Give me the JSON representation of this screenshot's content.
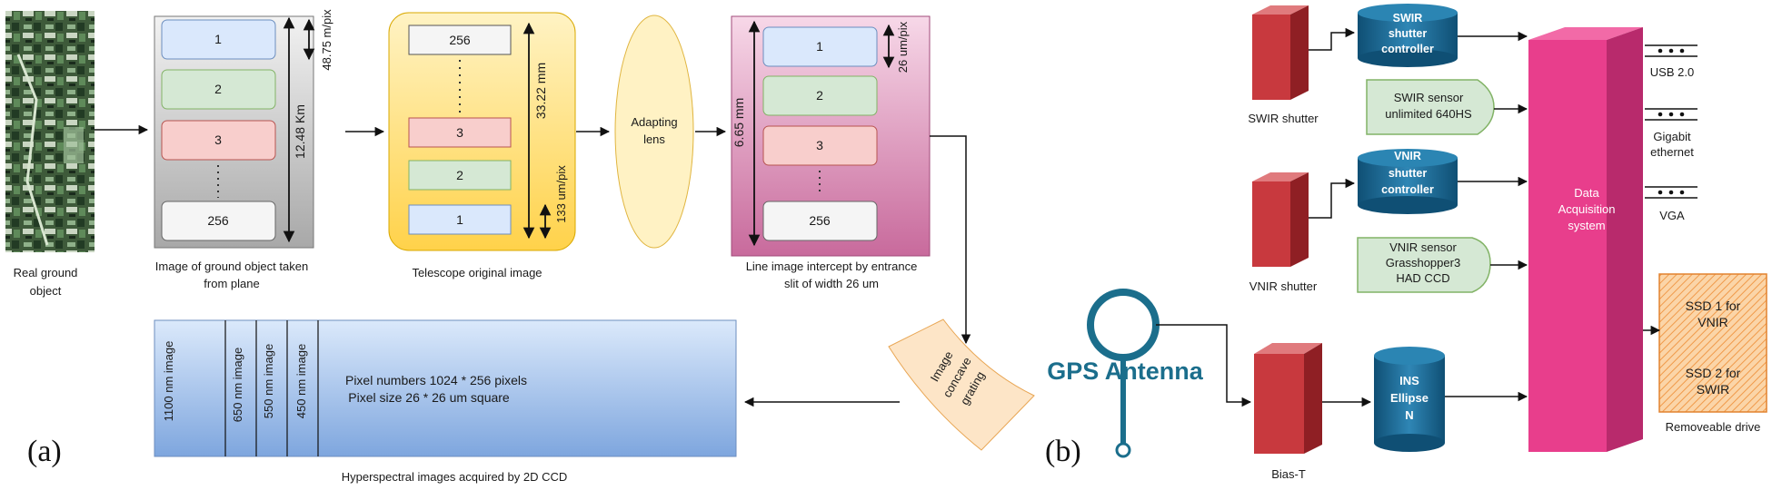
{
  "panel_a": {
    "label": "(a)",
    "ground": {
      "caption_line1": "Real ground",
      "caption_line2": "object"
    },
    "plane": {
      "rows": [
        "1",
        "2",
        "3",
        "256"
      ],
      "height_label": "12.48 Km",
      "pixel_label": "48.75 m/pix",
      "caption_line1": "Image of ground object taken",
      "caption_line2": "from plane"
    },
    "telescope": {
      "rows": [
        "256",
        "3",
        "2",
        "1"
      ],
      "height_label": "33.22 mm",
      "pixel_label": "133 um/pix",
      "caption": "Telescope original image"
    },
    "lens": {
      "line1": "Adapting",
      "line2": "lens"
    },
    "slit": {
      "rows": [
        "1",
        "2",
        "3",
        "256"
      ],
      "height_label": "6.65 mm",
      "pixel_label": "26 um/pix",
      "caption_line1": "Line image intercept by entrance",
      "caption_line2": "slit of width 26 um"
    },
    "grating": {
      "line1": "Image",
      "line2": "concave",
      "line3": "grating"
    },
    "ccd": {
      "bands": [
        "1100 nm image",
        "650 nm image",
        "550 nm image",
        "450 nm image"
      ],
      "info_line1": "Pixel numbers 1024 * 256 pixels",
      "info_line2": "Pixel size  26 * 26 um square",
      "caption": "Hyperspectral images acquired by 2D CCD"
    }
  },
  "panel_b": {
    "label": "(b)",
    "swir_shutter": "SWIR shutter",
    "vnir_shutter": "VNIR shutter",
    "bias_t": "Bias-T",
    "swir_controller": [
      "SWIR",
      "shutter",
      "controller"
    ],
    "vnir_controller": [
      "VNIR",
      "shutter",
      "controller"
    ],
    "ins": [
      "INS",
      "Ellipse",
      "N"
    ],
    "swir_sensor": [
      "SWIR sensor",
      "unlimited 640HS"
    ],
    "vnir_sensor": [
      "VNIR sensor",
      "Grasshopper3",
      "HAD CCD"
    ],
    "gps": "GPS Antenna",
    "das": [
      "Data",
      "Acquisition",
      "system"
    ],
    "ports": [
      {
        "label1": "USB 2.0",
        "label2": ""
      },
      {
        "label1": "Gigabit",
        "label2": "ethernet"
      },
      {
        "label1": "VGA",
        "label2": ""
      }
    ],
    "drive": {
      "ssd1_line1": "SSD 1 for",
      "ssd1_line2": "VNIR",
      "ssd2_line1": "SSD 2 for",
      "ssd2_line2": "SWIR",
      "caption": "Removeable drive"
    }
  },
  "colors": {
    "blue_fill": "#dae8fc",
    "blue_stroke": "#6c8ebf",
    "green_fill": "#d5e8d4",
    "green_stroke": "#82b366",
    "red_fill": "#f8cecc",
    "red_stroke": "#b85450",
    "yellow": "#ffe48a",
    "pink": "#e7a6c7",
    "magenta": "#e83e8c",
    "cylinder": "#1a6a94",
    "shutter_red": "#c0393d",
    "gps_blue": "#1b6e8c"
  }
}
